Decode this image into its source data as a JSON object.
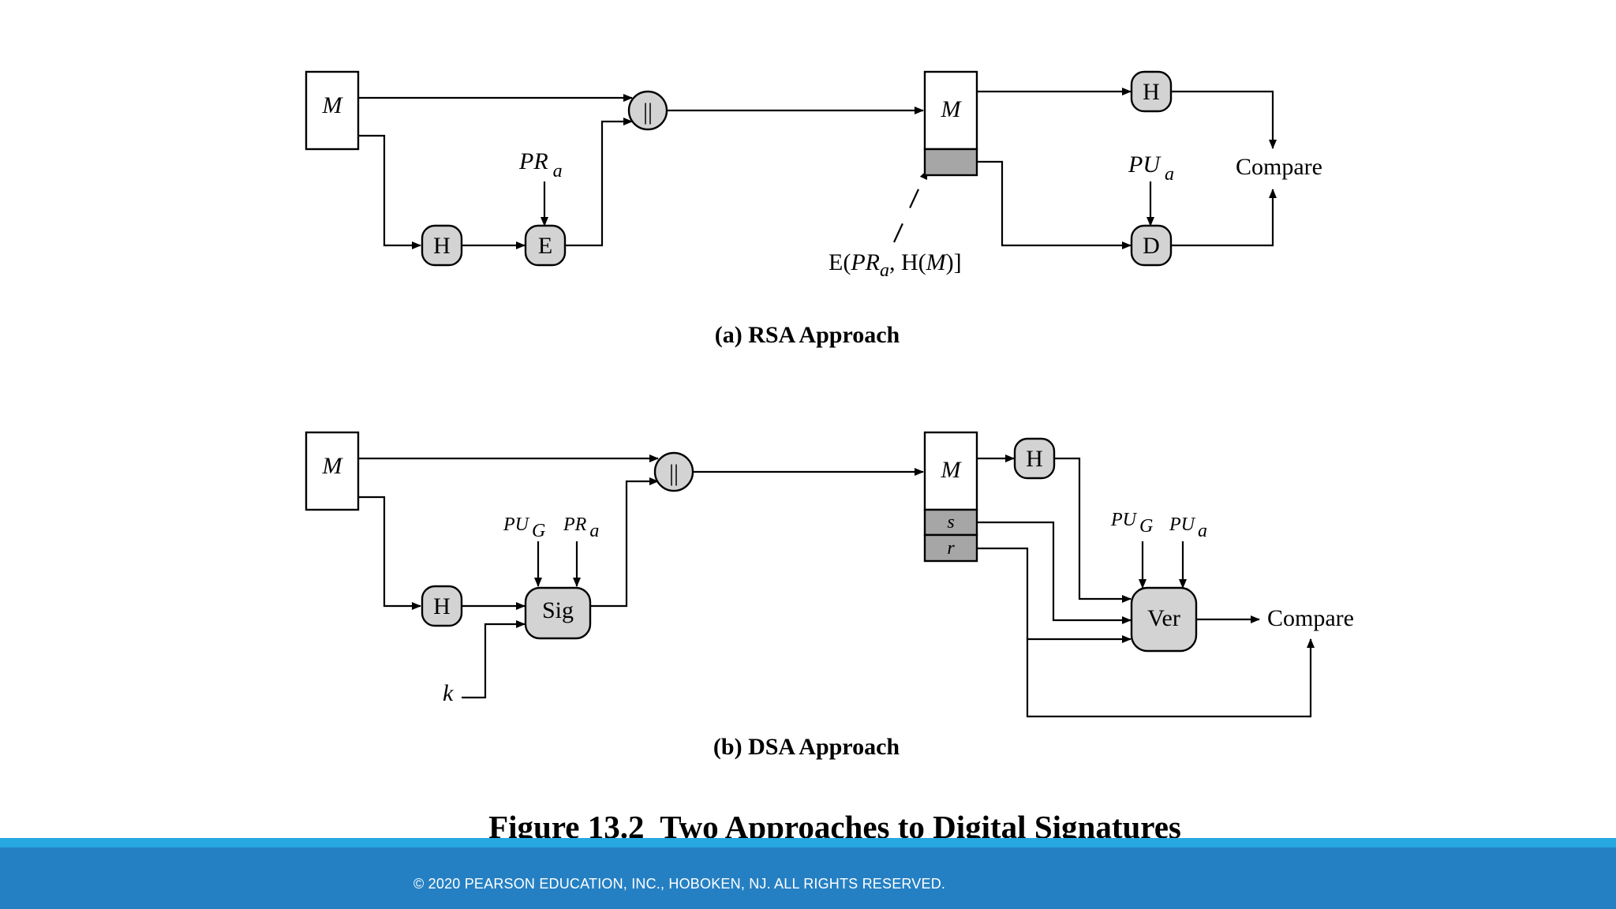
{
  "diagram_a": {
    "message": "M",
    "hash": "H",
    "encrypt": "E",
    "concat": "||",
    "key_pr_main": "PR",
    "key_pr_sub": "a",
    "recv_message": "M",
    "recv_hash": "H",
    "decrypt": "D",
    "key_pu_main": "PU",
    "key_pu_sub": "a",
    "compare": "Compare",
    "sig_label_1": "E(",
    "sig_label_2": "PR",
    "sig_label_3": "a",
    "sig_label_4": ", H(",
    "sig_label_5": "M",
    "sig_label_6": ")]",
    "caption": "(a) RSA Approach"
  },
  "diagram_b": {
    "message": "M",
    "hash": "H",
    "sign": "Sig",
    "concat": "||",
    "key_pug_main": "PU",
    "key_pug_sub": "G",
    "key_pr_main": "PR",
    "key_pr_sub": "a",
    "random_k": "k",
    "recv_message": "M",
    "recv_s": "s",
    "recv_r": "r",
    "recv_hash": "H",
    "verify": "Ver",
    "key_pug2_main": "PU",
    "key_pug2_sub": "G",
    "key_pua_main": "PU",
    "key_pua_sub": "a",
    "compare": "Compare",
    "caption": "(b) DSA Approach"
  },
  "figure_title": "Figure 13.2  Two Approaches to Digital Signatures",
  "footer": {
    "copyright": "© 2020 PEARSON EDUCATION, INC., HOBOKEN, NJ. ALL RIGHTS RESERVED."
  },
  "colors": {
    "node_fill": "#d3d3d3",
    "signature_fill": "#a6a6a6",
    "footer_bar": "#2580c3",
    "footer_stripe": "#27a8e0"
  }
}
